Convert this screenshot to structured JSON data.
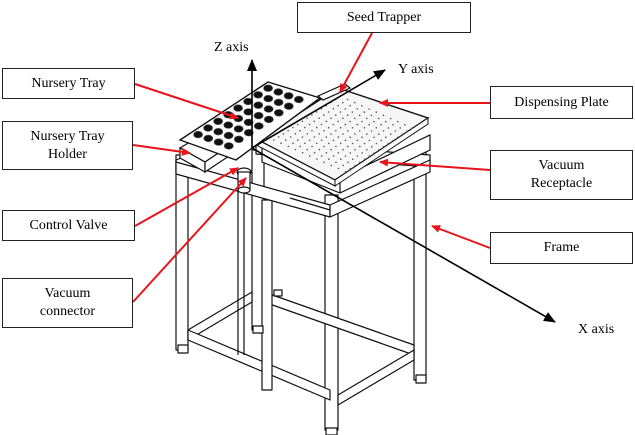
{
  "labels": {
    "seed_trapper": "Seed Trapper",
    "nursery_tray": "Nursery Tray",
    "nursery_tray_holder": "Nursery Tray\nHolder",
    "control_valve": "Control Valve",
    "vacuum_connector": "Vacuum\nconnector",
    "dispensing_plate": "Dispensing Plate",
    "vacuum_receptacle": "Vacuum\nReceptacle",
    "frame": "Frame"
  },
  "axes": {
    "z": "Z axis",
    "y": "Y axis",
    "x": "X axis"
  },
  "colors": {
    "leader": "#e8141a",
    "line": "#000000"
  }
}
